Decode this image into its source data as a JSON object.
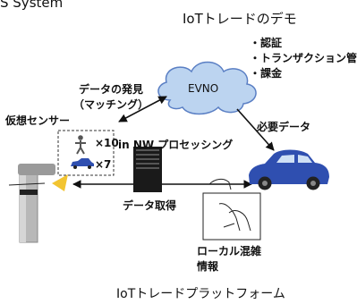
{
  "page_title": "S System",
  "demo_title": "IoTトレードのデモ",
  "bullets": [
    "・認証",
    "・トランザクション管",
    "・課金"
  ],
  "cloud_label": "EVNO",
  "matching_line1": "データの発見",
  "matching_line2": "（マッチング）",
  "virtual_sensor": "仮想センサー",
  "count_person": "×10",
  "count_car": "×7",
  "in_nw": "in NW プロセッシング",
  "needed_data": "必要データ",
  "data_acquisition": "データ取得",
  "local_congestion_line1": "ローカル混雑",
  "local_congestion_line2": "情報",
  "platform_title": "IoTトレードプラットフォーム",
  "colors": {
    "cloud_fill": "#bcd4f0",
    "cloud_stroke": "#5a7fc4",
    "car": "#2f4fb0",
    "sensor_beam": "#f2c431",
    "pole": "#9a9a9a"
  }
}
